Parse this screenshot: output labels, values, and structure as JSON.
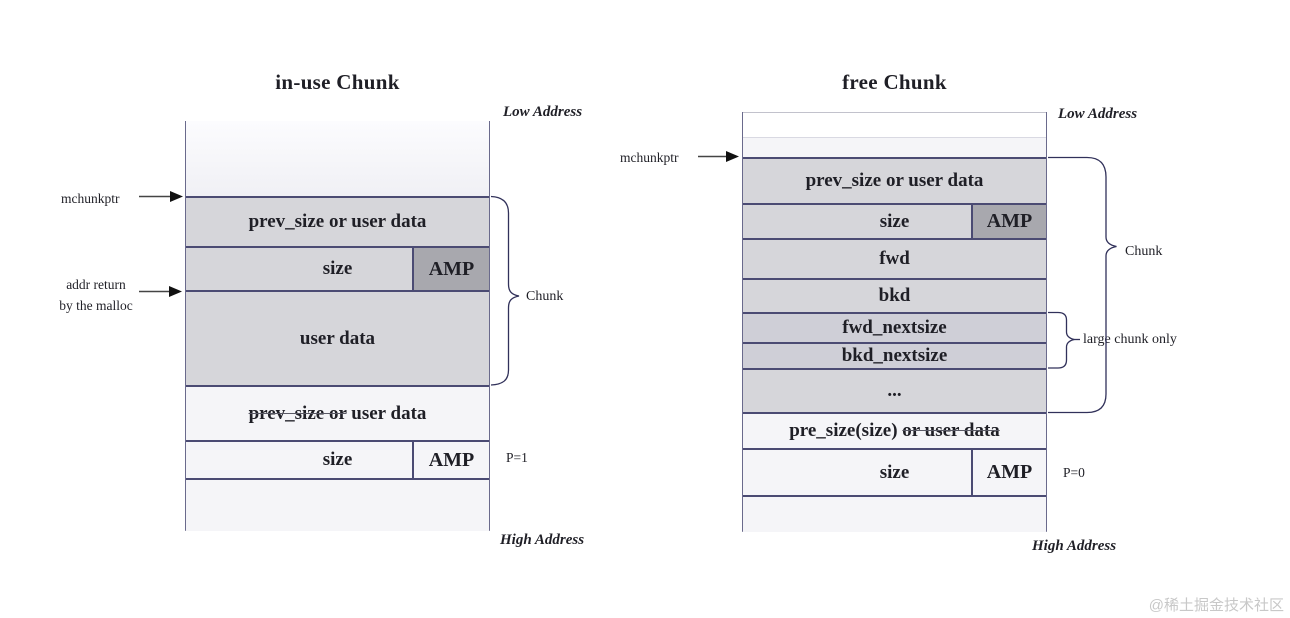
{
  "watermark": "@稀土掘金技术社区",
  "left_diagram": {
    "title": "in-use Chunk",
    "low_address_label": "Low Address",
    "high_address_label": "High Address",
    "mchunkptr_label": "mchunkptr",
    "addr_return_line1": "addr return",
    "addr_return_line2": "by the malloc",
    "chunk_brace_label": "Chunk",
    "p_flag_label": "P=1",
    "row_prev_size": "prev_size or user data",
    "row_size": "size",
    "amp_label": "AMP",
    "row_user_data": "user data",
    "row_next_prev_struck": "prev_size or",
    "row_next_prev_rest": " user data",
    "row_next_size": "size",
    "next_amp_label": "AMP"
  },
  "right_diagram": {
    "title": "free Chunk",
    "low_address_label": "Low Address",
    "high_address_label": "High Address",
    "mchunkptr_label": "mchunkptr",
    "chunk_brace_label": "Chunk",
    "large_chunk_brace_label": "large chunk only",
    "p_flag_label": "P=0",
    "row_prev_size": "prev_size or user data",
    "row_size": "size",
    "amp_label": "AMP",
    "row_fwd": "fwd",
    "row_bkd": "bkd",
    "row_fwd_nextsize": "fwd_nextsize",
    "row_bkd_nextsize": "bkd_nextsize",
    "row_ellipsis": "...",
    "row_next_prev_plain": "pre_size(size) ",
    "row_next_prev_struck": "or user data",
    "row_next_size": "size",
    "next_amp_label": "AMP"
  },
  "colors": {
    "row_gray": "#d6d6da",
    "row_light": "#f5f5f8",
    "amp_dark": "#a8a8ae",
    "border_dark": "#4b4b73",
    "line_navy": "#31315a"
  }
}
